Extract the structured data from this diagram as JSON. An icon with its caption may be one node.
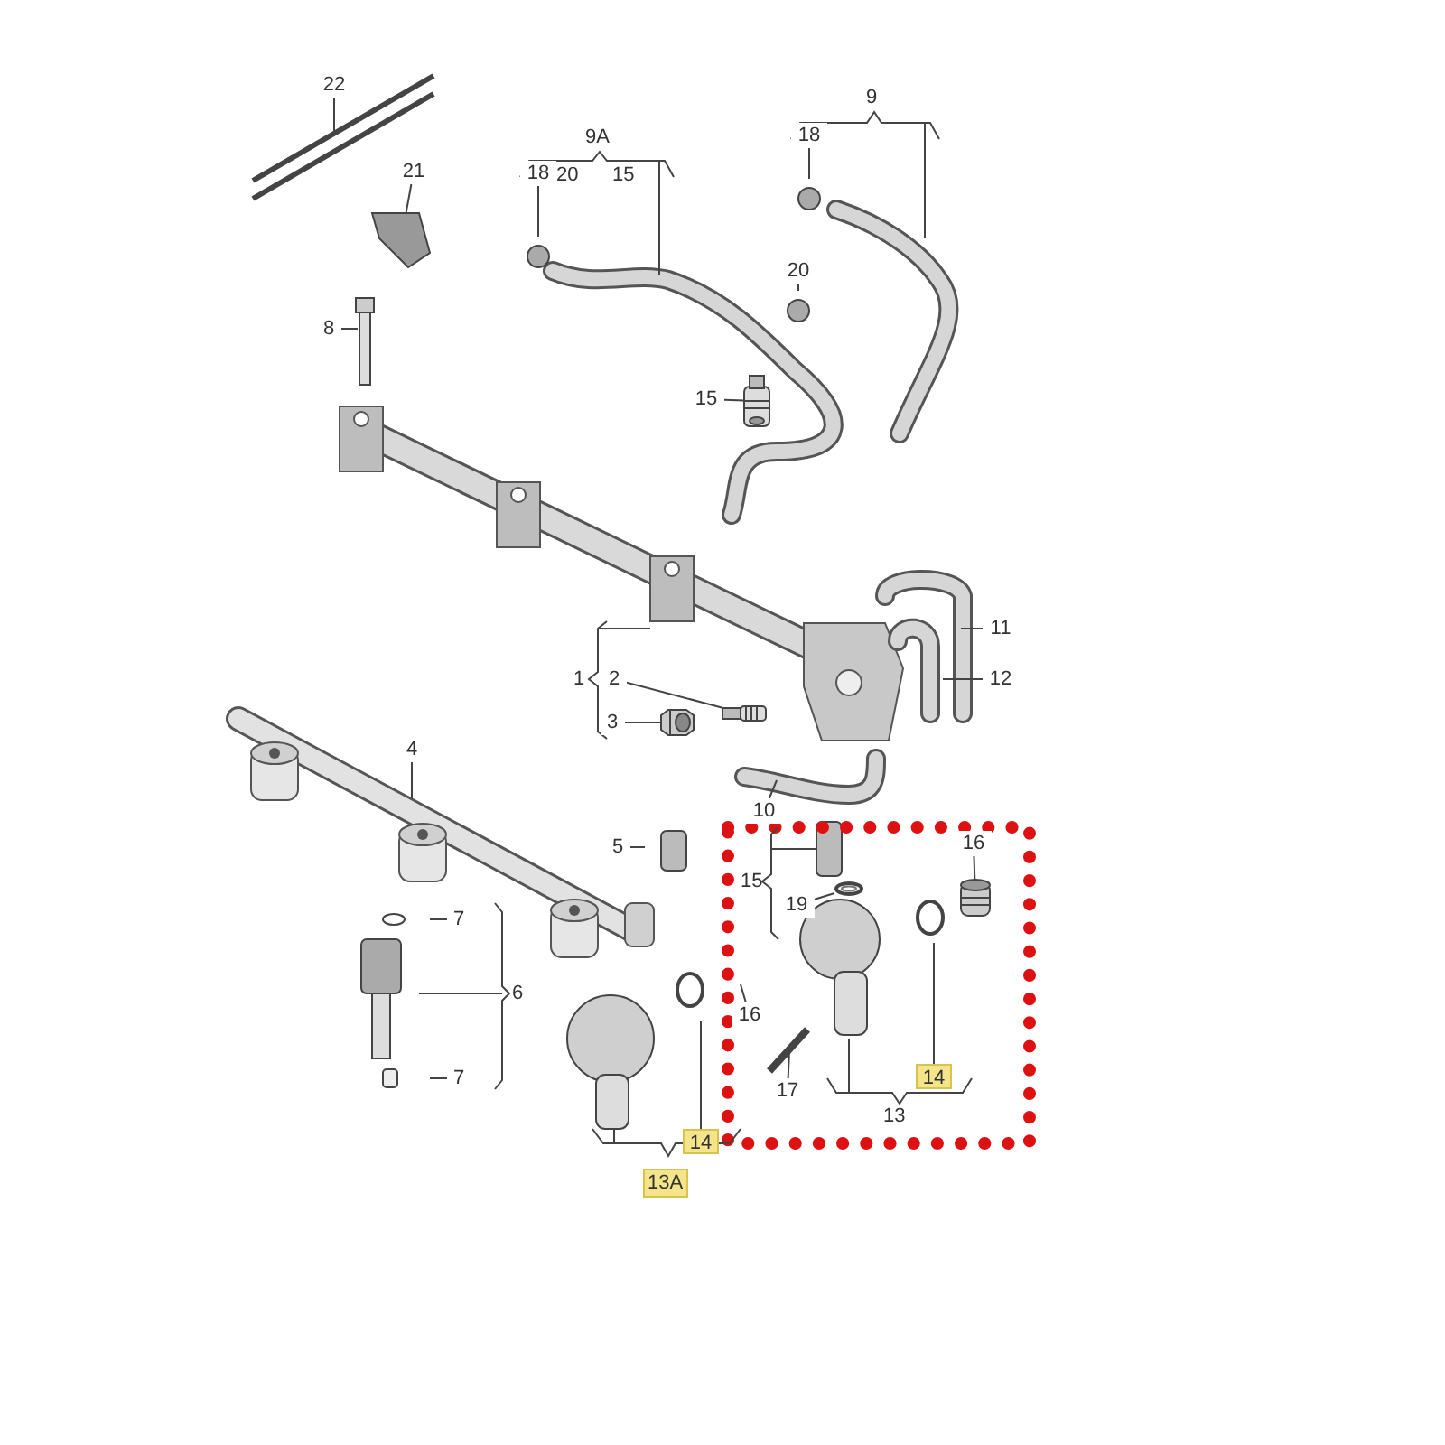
{
  "diagram": {
    "nodes": [
      {
        "text": [
          "22"
        ]
      },
      {
        "text": [
          "21"
        ]
      },
      {
        "text": [
          "8"
        ]
      },
      {
        "text": [
          "18"
        ]
      },
      {
        "text": [
          "18"
        ]
      },
      {
        "text": [
          "20"
        ]
      },
      {
        "text": [
          "15"
        ]
      },
      {
        "text": [
          "2"
        ]
      },
      {
        "text": [
          "3"
        ]
      },
      {
        "text": [
          "11"
        ]
      },
      {
        "text": [
          "12"
        ]
      },
      {
        "text": [
          "4"
        ]
      },
      {
        "text": [
          "10"
        ]
      },
      {
        "text": [
          "5"
        ]
      },
      {
        "text": [
          "7"
        ]
      },
      {
        "text": [
          "19"
        ]
      },
      {
        "text": [
          "16"
        ]
      },
      {
        "text": [
          "16"
        ]
      },
      {
        "text": [
          "7"
        ]
      },
      {
        "text": [
          "17"
        ]
      },
      {
        "text": [
          "14"
        ]
      },
      {
        "text": [
          "14"
        ]
      },
      {
        "text": [],
        "shape": "picture"
      },
      {
        "text": [],
        "shape": "picture"
      },
      {
        "text": [],
        "shape": "picture"
      },
      {
        "text": [],
        "shape": "picture"
      },
      {
        "text": [],
        "shape": "picture"
      },
      {
        "text": [],
        "shape": "picture"
      }
    ],
    "edges": [
      {
        "from": 0,
        "to": null,
        "arrow": "none"
      },
      {
        "from": 1,
        "to": 22,
        "arrow": "none"
      },
      {
        "from": 2,
        "to": null,
        "arrow": "none"
      },
      {
        "from": 3,
        "to": null,
        "arrow": "none"
      },
      {
        "from": 4,
        "to": null,
        "arrow": "none"
      },
      {
        "from": 5,
        "to": null,
        "arrow": "none"
      },
      {
        "from": 6,
        "to": 23,
        "arrow": "none"
      },
      {
        "from": 7,
        "to": 25,
        "arrow": "none"
      },
      {
        "from": 8,
        "to": 24,
        "arrow": "none"
      },
      {
        "from": 9,
        "to": null,
        "arrow": "none"
      },
      {
        "from": 10,
        "to": null,
        "arrow": "none"
      },
      {
        "from": 11,
        "to": null,
        "arrow": "none"
      },
      {
        "from": 12,
        "to": null,
        "arrow": "none"
      },
      {
        "from": 13,
        "to": null,
        "arrow": "none"
      },
      {
        "from": 14,
        "to": null,
        "arrow": "none"
      },
      {
        "from": 15,
        "to": 26,
        "arrow": "none"
      },
      {
        "from": 16,
        "to": 27,
        "arrow": "none"
      },
      {
        "from": 17,
        "to": null,
        "arrow": "none"
      },
      {
        "from": 18,
        "to": null,
        "arrow": "none"
      },
      {
        "from": 19,
        "to": null,
        "arrow": "none"
      },
      {
        "from": 20,
        "to": null,
        "arrow": "none"
      },
      {
        "from": 21,
        "to": null,
        "arrow": "none"
      }
    ],
    "labels": [
      "9",
      "9A",
      "20",
      "15",
      "1",
      "6",
      "15",
      "13",
      "13A"
    ]
  }
}
